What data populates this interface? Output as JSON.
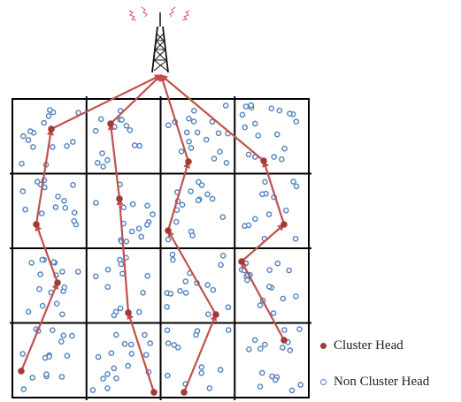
{
  "legend": {
    "cluster_head": "Cluster Head",
    "non_cluster_head": "Non Cluster Head"
  },
  "colors": {
    "cluster_head": "#a33a3a",
    "arrow": "#c0504d",
    "non_cluster_head": "#4f81bd",
    "grid": "#000000",
    "signal": "#e05050"
  },
  "grid": {
    "rows": 4,
    "cols": 4
  },
  "icons": {
    "tower": "radio-tower-icon"
  }
}
